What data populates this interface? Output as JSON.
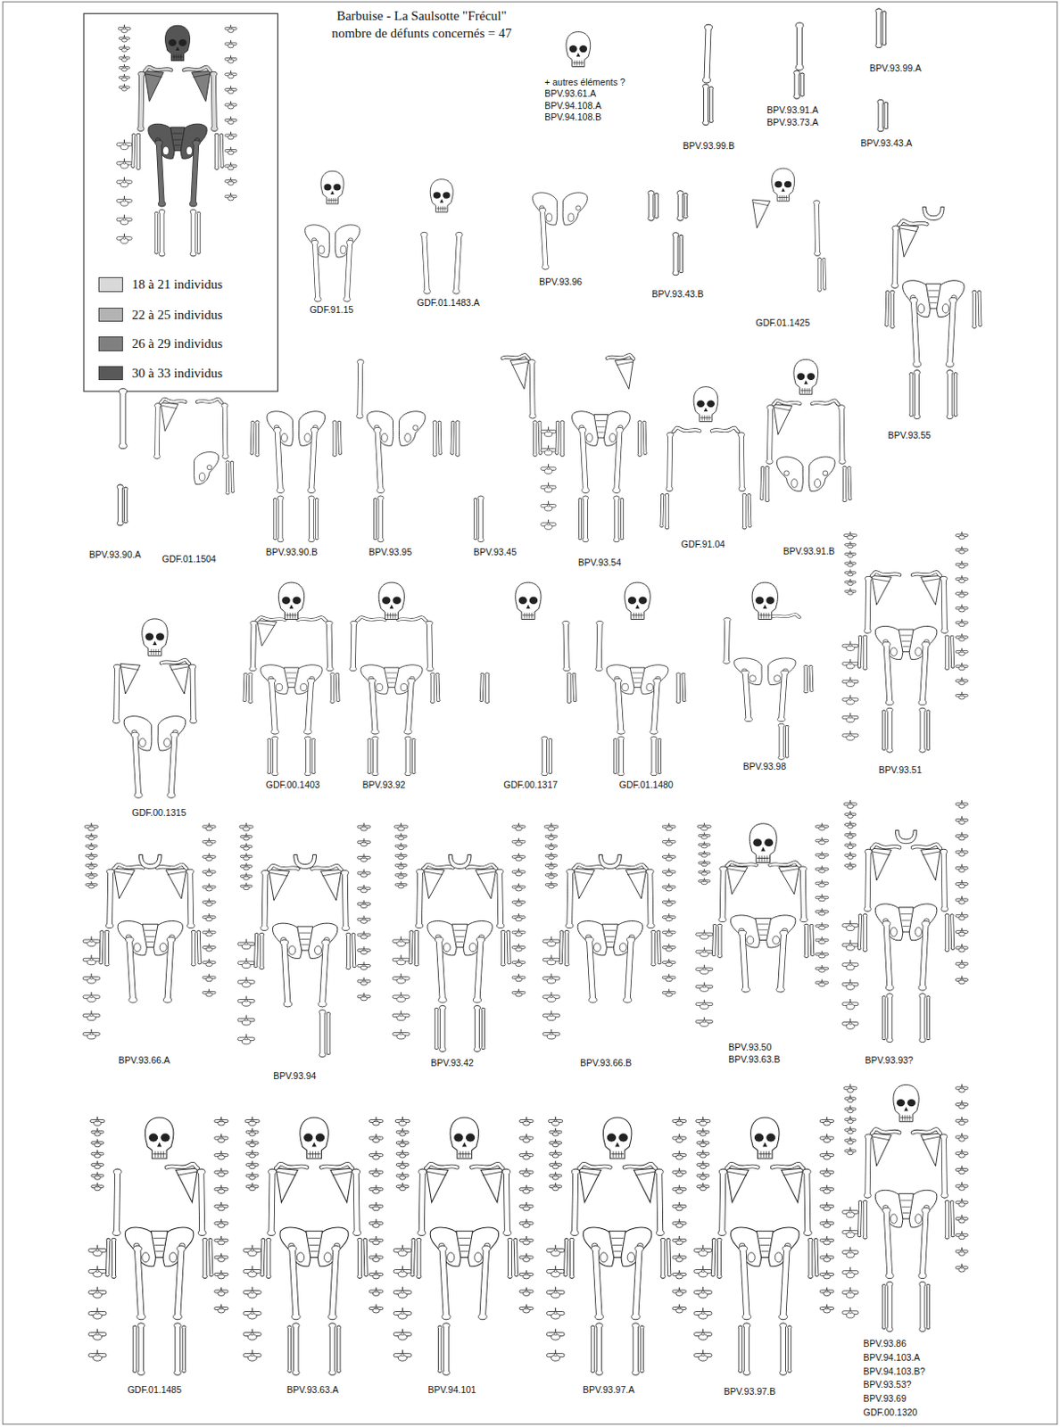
{
  "diagram": {
    "title": "Barbuise - La Saulsotte \"Frécul\"",
    "labels": [
      "nombre de défunts concernés = 47",
      "+ autres éléments ?",
      "BPV.93.61.A",
      "BPV.94.108.A",
      "BPV.94.108.B",
      "BPV.93.99.A",
      "BPV.93.91.A",
      "BPV.93.73.A",
      "BPV.93.43.A",
      "BPV.93.99.B",
      "GDF.91.15",
      "GDF.01.1483.A",
      "BPV.93.96",
      "BPV.93.43.B",
      "GDF.01.1425",
      "BPV.93.55",
      "BPV.93.90.A",
      "GDF.01.1504",
      "BPV.93.90.B",
      "BPV.93.95",
      "BPV.93.45",
      "BPV.93.54",
      "GDF.91.04",
      "BPV.93.91.B",
      "GDF.00.1315",
      "GDF.00.1403",
      "BPV.93.92",
      "GDF.00.1317",
      "GDF.01.1480",
      "BPV.93.98",
      "BPV.93.51",
      "BPV.93.66.A",
      "BPV.93.94",
      "BPV.93.42",
      "BPV.93.66.B",
      "BPV.93.50",
      "BPV.93.63.B",
      "BPV.93.93?",
      "GDF.01.1485",
      "BPV.93.63.A",
      "BPV.94.101",
      "BPV.93.97.A",
      "BPV.93.97.B",
      "BPV.93.86",
      "BPV.94.103.A",
      "BPV.94.103.B?",
      "BPV.93.53?",
      "BPV.93.69",
      "GDF.00.1320"
    ],
    "legend": [
      {
        "text": "18 à 21 individus",
        "color": "#d9d9d9"
      },
      {
        "text": "22 à 25 individus",
        "color": "#b3b3b3"
      },
      {
        "text": "26 à 29 individus",
        "color": "#808080"
      },
      {
        "text": "30 à 33 individus",
        "color": "#595959"
      }
    ]
  }
}
